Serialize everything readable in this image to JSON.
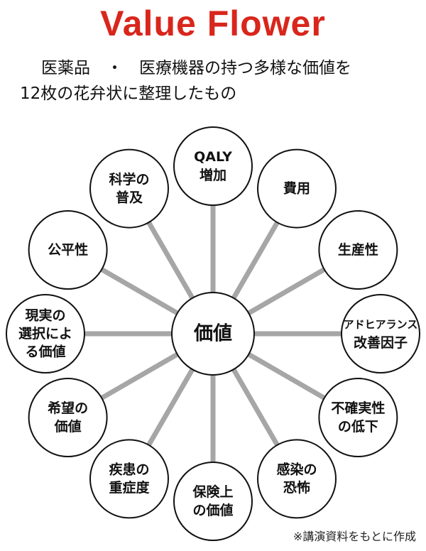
{
  "header": {
    "title": "Value Flower",
    "subtitle_line1": "医薬品　・　医療機器の持つ多様な価値を",
    "subtitle_line2": "12枚の花弁状に整理したもの"
  },
  "diagram": {
    "center": {
      "label": "価値"
    },
    "petals": [
      {
        "lines": [
          "QALY",
          "増加"
        ]
      },
      {
        "lines": [
          "費用"
        ]
      },
      {
        "lines": [
          "生産性"
        ]
      },
      {
        "lines": [
          "アドヒアランス",
          "改善因子"
        ]
      },
      {
        "lines": [
          "不確実性",
          "の低下"
        ]
      },
      {
        "lines": [
          "感染の",
          "恐怖"
        ]
      },
      {
        "lines": [
          "保険上",
          "の価値"
        ]
      },
      {
        "lines": [
          "疾患の",
          "重症度"
        ]
      },
      {
        "lines": [
          "希望の",
          "価値"
        ]
      },
      {
        "lines": [
          "現実の",
          "選択によ",
          "る価値"
        ]
      },
      {
        "lines": [
          "公平性"
        ]
      },
      {
        "lines": [
          "科学の",
          "普及"
        ]
      }
    ]
  },
  "footer": {
    "note": "※講演資料をもとに作成"
  },
  "colors": {
    "title": "#d9261c",
    "spoke": "#a6a6a6",
    "circle_stroke": "#111111"
  }
}
